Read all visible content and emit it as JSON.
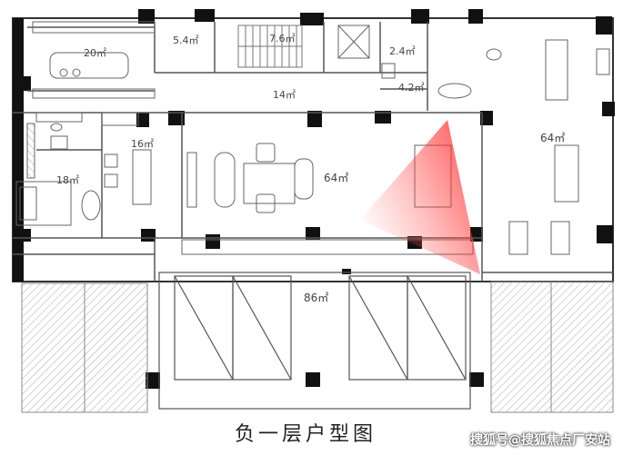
{
  "title": "负一层户型图",
  "watermark": "搜狐号@搜狐焦点厂安站",
  "areas": {
    "room_top_left": "20㎡",
    "room_storage": "5.4㎡",
    "room_stair": "7.6㎡",
    "room_small": "2.4㎡",
    "room_corridor": "14㎡",
    "room_bath": "4.2㎡",
    "room_kitchen": "16㎡",
    "room_bedroom": "18㎡",
    "room_living": "64㎡",
    "room_gym": "64㎡",
    "room_garage": "86㎡"
  },
  "colors": {
    "wall": "#111111",
    "line": "#555555",
    "hatch": "#9a9a9a",
    "highlight": "#ff2a2a"
  }
}
